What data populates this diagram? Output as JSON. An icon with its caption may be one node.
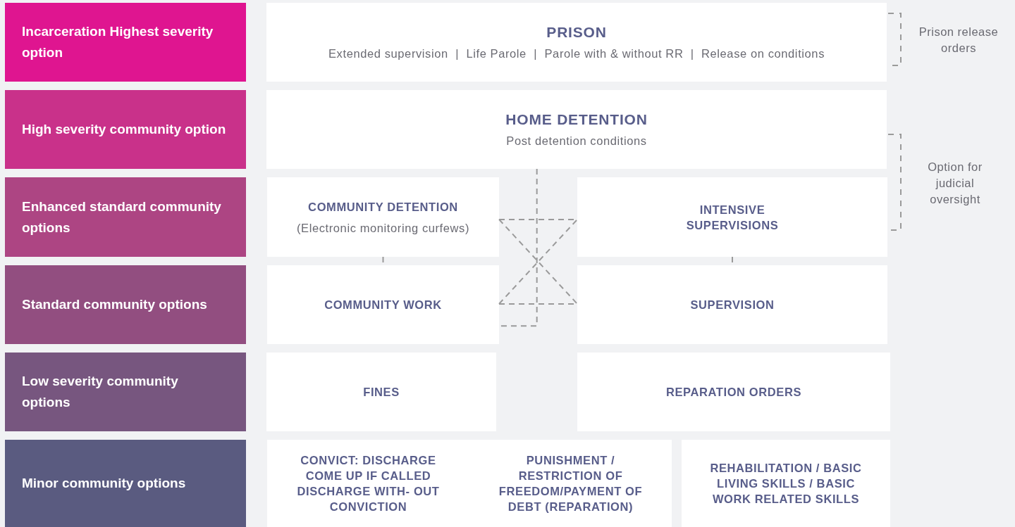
{
  "diagram": {
    "nodes": [
      {
        "text": [
          "Incarceration Highest severity option"
        ]
      },
      {
        "text": [
          "High severity community option"
        ]
      },
      {
        "text": [
          "Enhanced standard community options"
        ]
      },
      {
        "text": [
          "Standard community options"
        ]
      },
      {
        "text": [
          "Low severity community options"
        ]
      },
      {
        "text": [
          "Minor community options"
        ]
      },
      {
        "text": [
          "PRISON",
          "Extended supervision  |  Life Parole  |  Parole with & without RR  |  Release on conditions"
        ]
      },
      {
        "text": [
          "HOME DETENTION",
          "Post detention conditions"
        ]
      },
      {
        "text": [
          "COMMUNITY DETENTION",
          "(Electronic monitoring curfews)"
        ]
      },
      {
        "text": [
          "INTENSIVE SUPERVISIONS"
        ]
      },
      {
        "text": [
          "COMMUNITY WORK"
        ]
      },
      {
        "text": [
          "SUPERVISION"
        ]
      },
      {
        "text": [
          "FINES"
        ]
      },
      {
        "text": [
          "REPARATION ORDERS"
        ]
      },
      {
        "text": [
          "CONVICT: DISCHARGE COME UP IF CALLED DISCHARGE WITH- OUT CONVICTION",
          "PUNISHMENT / RESTRICTION OF FREEDOM/PAYMENT OF DEBT (REPARATION)"
        ]
      },
      {
        "text": [
          "REHABILITATION / BASIC LIVING SKILLS / BASIC WORK RELATED SKILLS"
        ]
      }
    ],
    "edges": [
      {
        "from": 8,
        "to": 10,
        "arrow": "none",
        "style": "dashed"
      },
      {
        "from": 9,
        "to": 11,
        "arrow": "none",
        "style": "dashed"
      },
      {
        "from": 8,
        "to": 9,
        "arrow": "none",
        "style": "dashed"
      },
      {
        "from": 10,
        "to": 11,
        "arrow": "none",
        "style": "dashed"
      },
      {
        "from": 8,
        "to": 11,
        "arrow": "none",
        "style": "dashed"
      },
      {
        "from": 10,
        "to": 9,
        "arrow": "none",
        "style": "dashed"
      },
      {
        "from": 7,
        "to": 10,
        "arrow": "none",
        "style": "dashed"
      }
    ],
    "labels": [
      "Prison release orders",
      "Option for judicial oversight"
    ]
  }
}
